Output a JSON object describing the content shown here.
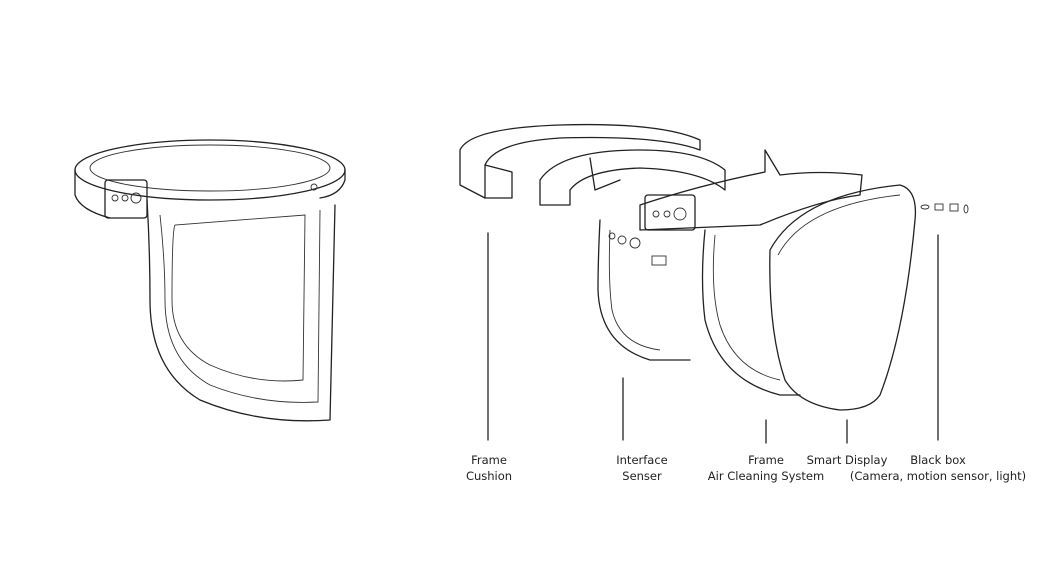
{
  "labels": [
    {
      "line1": "Frame",
      "line2": "Cushion"
    },
    {
      "line1": "Interface",
      "line2": "Senser"
    },
    {
      "line1": "Frame",
      "line2": "Air Cleaning System"
    },
    {
      "line1": "Smart Display",
      "line2": ""
    },
    {
      "line1": "Black box",
      "line2": "(Camera, motion sensor, light)"
    }
  ]
}
